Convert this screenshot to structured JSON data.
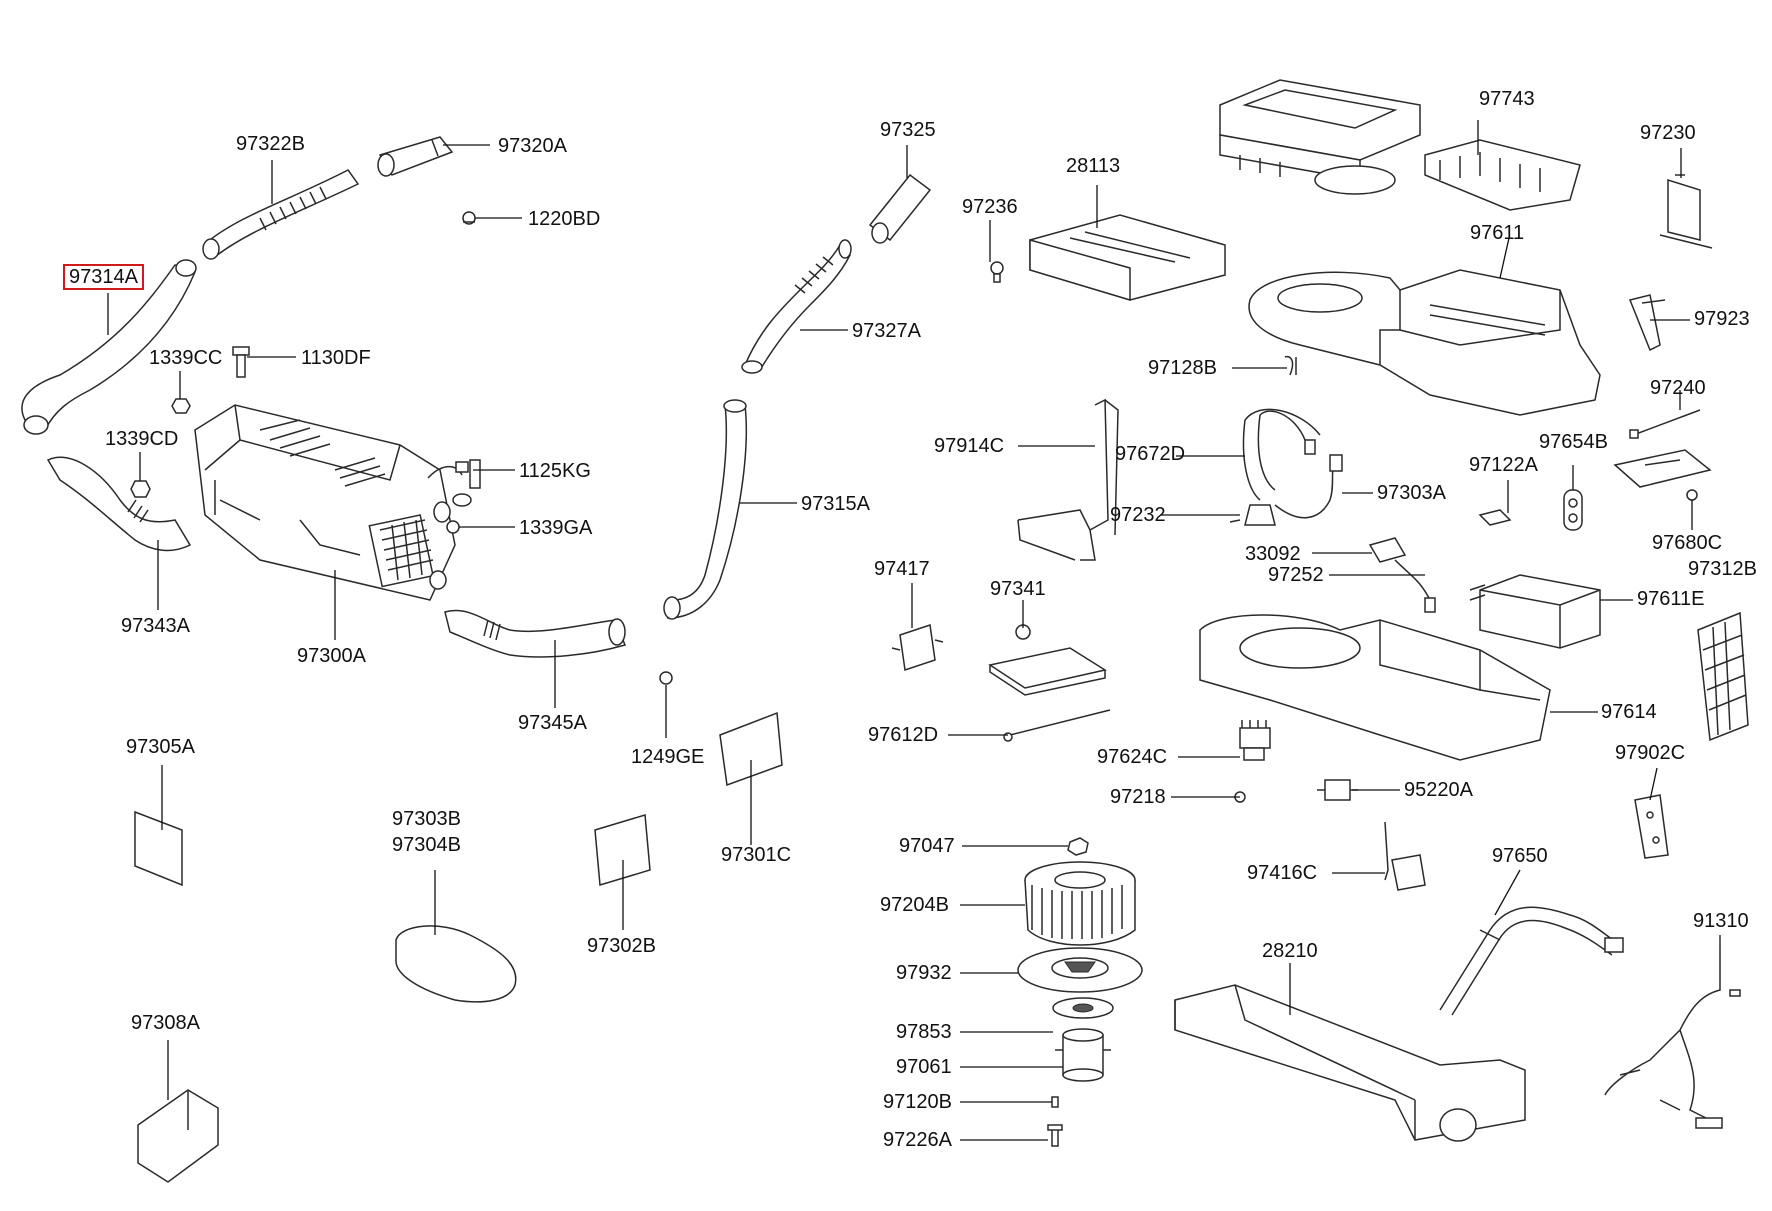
{
  "diagram": {
    "highlighted_part": "97314A",
    "highlight_color": "#d11a1a",
    "line_color": "#111111",
    "background": "#ffffff",
    "labels": [
      {
        "id": "97322B",
        "text": "97322B"
      },
      {
        "id": "97320A",
        "text": "97320A"
      },
      {
        "id": "1220BD",
        "text": "1220BD"
      },
      {
        "id": "97314A",
        "text": "97314A",
        "highlighted": true
      },
      {
        "id": "1339CC",
        "text": "1339CC"
      },
      {
        "id": "1130DF",
        "text": "1130DF"
      },
      {
        "id": "1339CD",
        "text": "1339CD"
      },
      {
        "id": "1125KG",
        "text": "1125KG"
      },
      {
        "id": "1339GA",
        "text": "1339GA"
      },
      {
        "id": "97343A",
        "text": "97343A"
      },
      {
        "id": "97300A",
        "text": "97300A"
      },
      {
        "id": "97345A",
        "text": "97345A"
      },
      {
        "id": "97305A",
        "text": "97305A"
      },
      {
        "id": "97303B",
        "text": "97303B"
      },
      {
        "id": "97304B",
        "text": "97304B"
      },
      {
        "id": "97302B",
        "text": "97302B"
      },
      {
        "id": "97308A",
        "text": "97308A"
      },
      {
        "id": "97325",
        "text": "97325"
      },
      {
        "id": "97327A",
        "text": "97327A"
      },
      {
        "id": "97315A",
        "text": "97315A"
      },
      {
        "id": "1249GE",
        "text": "1249GE"
      },
      {
        "id": "97301C",
        "text": "97301C"
      },
      {
        "id": "28113",
        "text": "28113"
      },
      {
        "id": "97236",
        "text": "97236"
      },
      {
        "id": "97743",
        "text": "97743"
      },
      {
        "id": "97230",
        "text": "97230"
      },
      {
        "id": "97611",
        "text": "97611"
      },
      {
        "id": "97923",
        "text": "97923"
      },
      {
        "id": "97128B",
        "text": "97128B"
      },
      {
        "id": "97914C",
        "text": "97914C"
      },
      {
        "id": "97672D",
        "text": "97672D"
      },
      {
        "id": "97240",
        "text": "97240"
      },
      {
        "id": "97654B",
        "text": "97654B"
      },
      {
        "id": "97122A",
        "text": "97122A"
      },
      {
        "id": "97303A",
        "text": "97303A"
      },
      {
        "id": "97232",
        "text": "97232"
      },
      {
        "id": "97680C",
        "text": "97680C"
      },
      {
        "id": "33092",
        "text": "33092"
      },
      {
        "id": "97312B",
        "text": "97312B"
      },
      {
        "id": "97252",
        "text": "97252"
      },
      {
        "id": "97417",
        "text": "97417"
      },
      {
        "id": "97341",
        "text": "97341"
      },
      {
        "id": "97611E",
        "text": "97611E"
      },
      {
        "id": "97614",
        "text": "97614"
      },
      {
        "id": "97612D",
        "text": "97612D"
      },
      {
        "id": "97624C",
        "text": "97624C"
      },
      {
        "id": "97902C",
        "text": "97902C"
      },
      {
        "id": "97218",
        "text": "97218"
      },
      {
        "id": "95220A",
        "text": "95220A"
      },
      {
        "id": "97047",
        "text": "97047"
      },
      {
        "id": "97416C",
        "text": "97416C"
      },
      {
        "id": "97650",
        "text": "97650"
      },
      {
        "id": "97204B",
        "text": "97204B"
      },
      {
        "id": "91310",
        "text": "91310"
      },
      {
        "id": "28210",
        "text": "28210"
      },
      {
        "id": "97932",
        "text": "97932"
      },
      {
        "id": "97853",
        "text": "97853"
      },
      {
        "id": "97061",
        "text": "97061"
      },
      {
        "id": "97120B",
        "text": "97120B"
      },
      {
        "id": "97226A",
        "text": "97226A"
      }
    ]
  }
}
